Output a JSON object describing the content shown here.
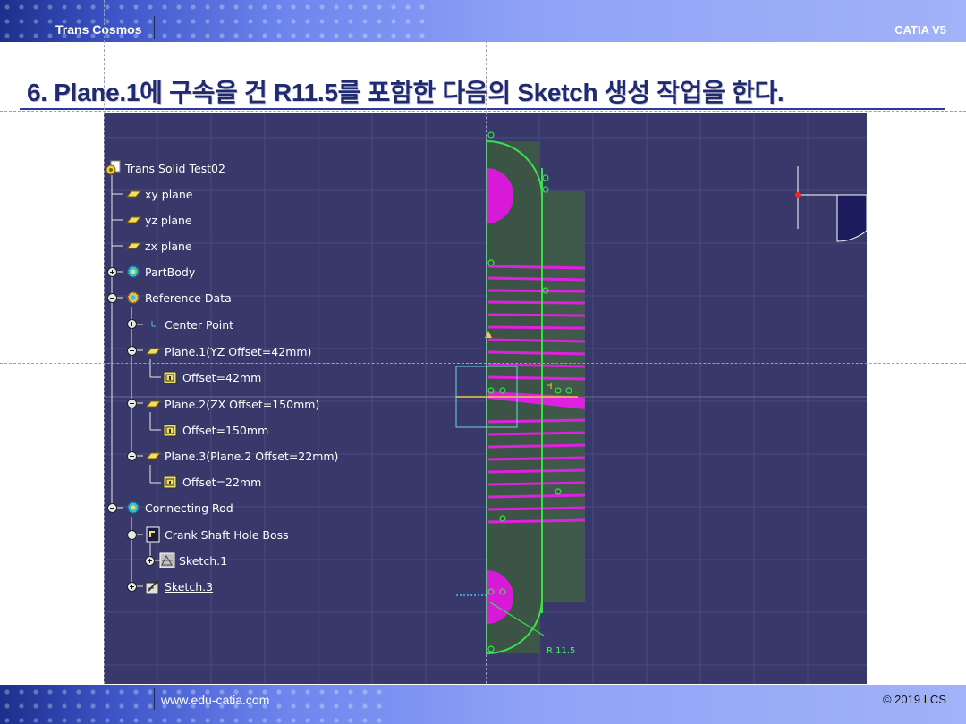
{
  "header": {
    "brand": "Trans Cosmos",
    "product": "CATIA V5"
  },
  "title": "6. Plane.1에 구속을 건 R11.5를 포함한 다음의 Sketch 생성 작업을 한다.",
  "spec_tree": {
    "root": "Trans Solid Test02",
    "items": [
      {
        "label": "xy plane",
        "icon": "plane-icon"
      },
      {
        "label": "yz plane",
        "icon": "plane-icon"
      },
      {
        "label": "zx plane",
        "icon": "plane-icon"
      },
      {
        "label": "PartBody",
        "icon": "gear-icon"
      },
      {
        "label": "Reference Data",
        "icon": "gear-icon"
      },
      {
        "label": "Center Point",
        "icon": "point-icon"
      },
      {
        "label": "Plane.1(YZ Offset=42mm)",
        "icon": "plane-icon"
      },
      {
        "label": "Offset=42mm",
        "icon": "parameter-icon"
      },
      {
        "label": "Plane.2(ZX Offset=150mm)",
        "icon": "plane-icon"
      },
      {
        "label": "Offset=150mm",
        "icon": "parameter-icon"
      },
      {
        "label": "Plane.3(Plane.2 Offset=22mm)",
        "icon": "plane-icon"
      },
      {
        "label": "Offset=22mm",
        "icon": "parameter-icon"
      },
      {
        "label": "Connecting Rod",
        "icon": "gear-icon"
      },
      {
        "label": "Crank Shaft Hole Boss",
        "icon": "pad-icon"
      },
      {
        "label": "Sketch.1",
        "icon": "sketch-icon"
      },
      {
        "label": "Sketch.3",
        "icon": "sketch-edit-icon"
      }
    ]
  },
  "viewport": {
    "radius_label": "R 11.5",
    "h_label": "H"
  },
  "footer": {
    "website": "www.edu-catia.com",
    "copyright": "© 2019 LCS"
  },
  "colors": {
    "accent": "#1f2a72",
    "viewport_bg": "#38386a",
    "sketch_green": "#38e048",
    "magenta": "#e020e0"
  }
}
